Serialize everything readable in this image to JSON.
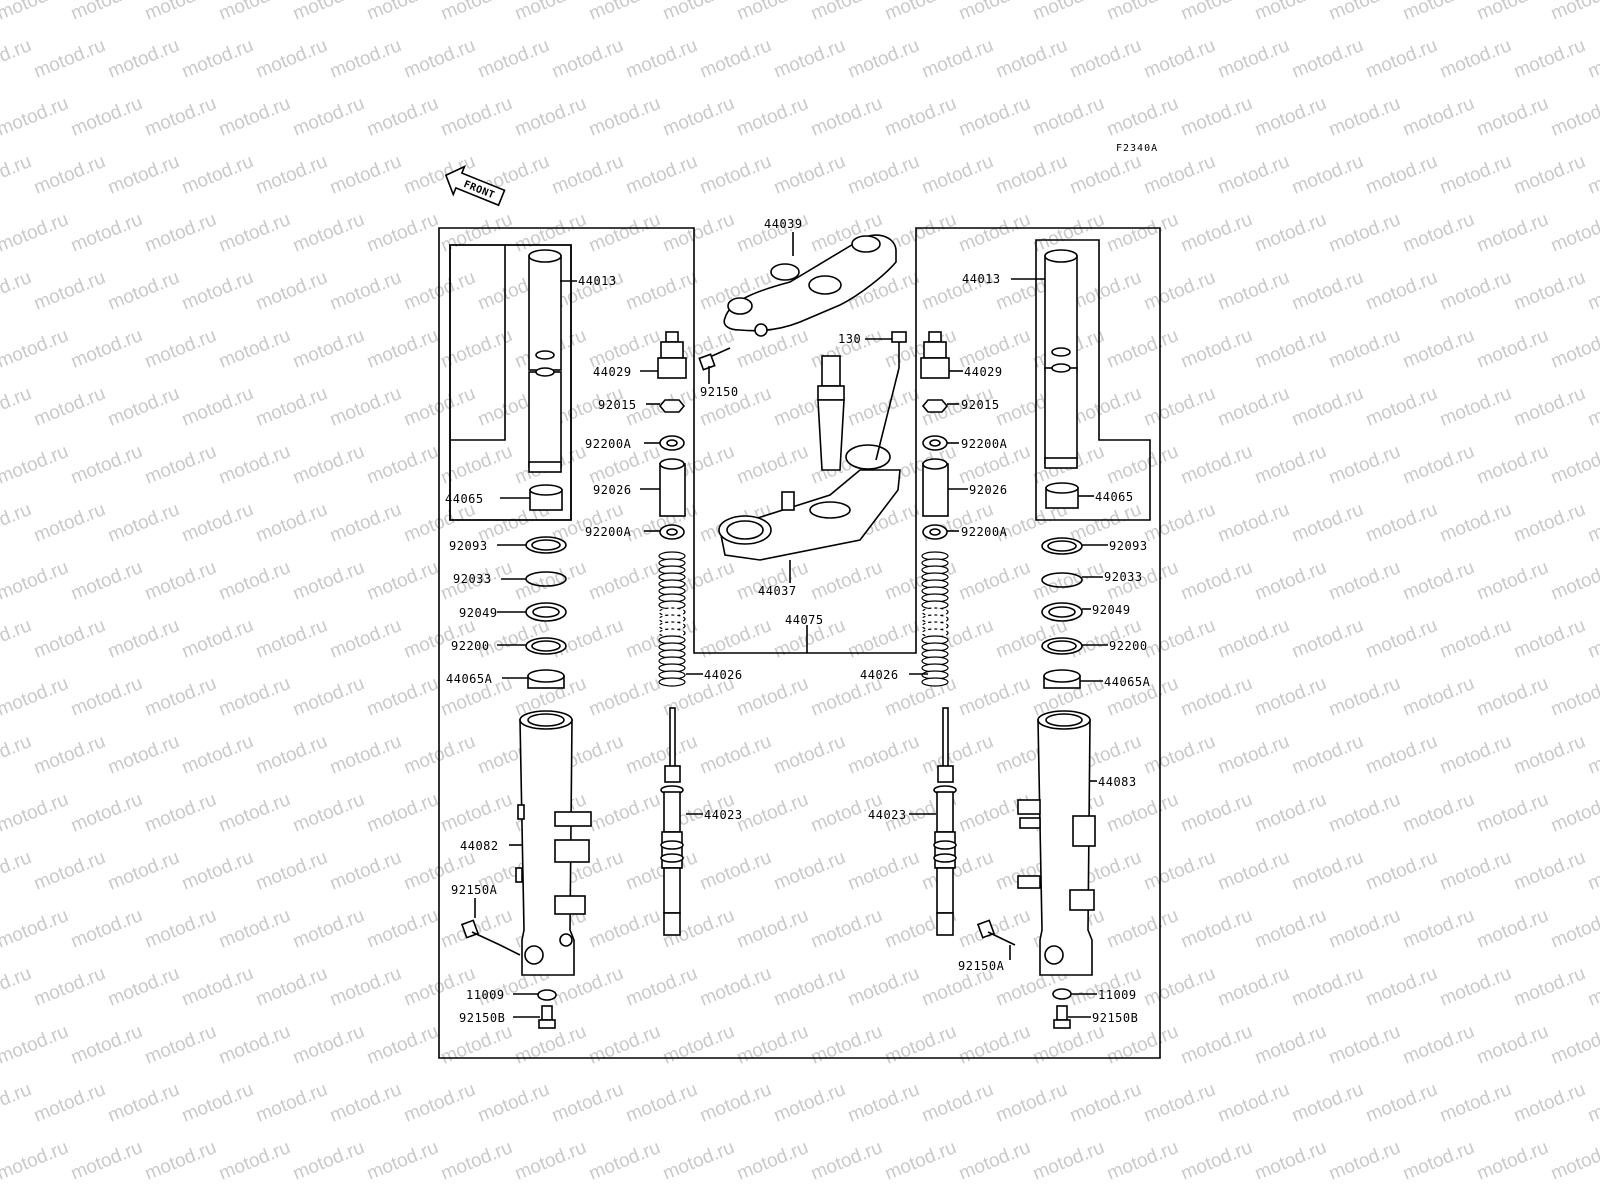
{
  "watermark": {
    "text": "motod.ru"
  },
  "diagram_code": "F2340A",
  "front_label": "FRONT",
  "labels": {
    "c44039": "44039",
    "c130": "130",
    "c92150": "92150",
    "c44037": "44037",
    "c44075": "44075",
    "L44013": "44013",
    "L44065": "44065",
    "L44029": "44029",
    "L92015": "92015",
    "L92200A_1": "92200A",
    "L92026": "92026",
    "L92200A_2": "92200A",
    "L92093": "92093",
    "L92033": "92033",
    "L92049": "92049",
    "L92200": "92200",
    "L44065A": "44065A",
    "L44026": "44026",
    "L44023": "44023",
    "L44082": "44082",
    "L92150A": "92150A",
    "L11009": "11009",
    "L92150B": "92150B",
    "R44013": "44013",
    "R44065": "44065",
    "R44029": "44029",
    "R92015": "92015",
    "R92200A_1": "92200A",
    "R92026": "92026",
    "R92200A_2": "92200A",
    "R92093": "92093",
    "R92033": "92033",
    "R92049": "92049",
    "R92200": "92200",
    "R44065A": "44065A",
    "R44026": "44026",
    "R44023": "44023",
    "R44083": "44083",
    "R92150A": "92150A",
    "R11009": "11009",
    "R92150B": "92150B"
  }
}
